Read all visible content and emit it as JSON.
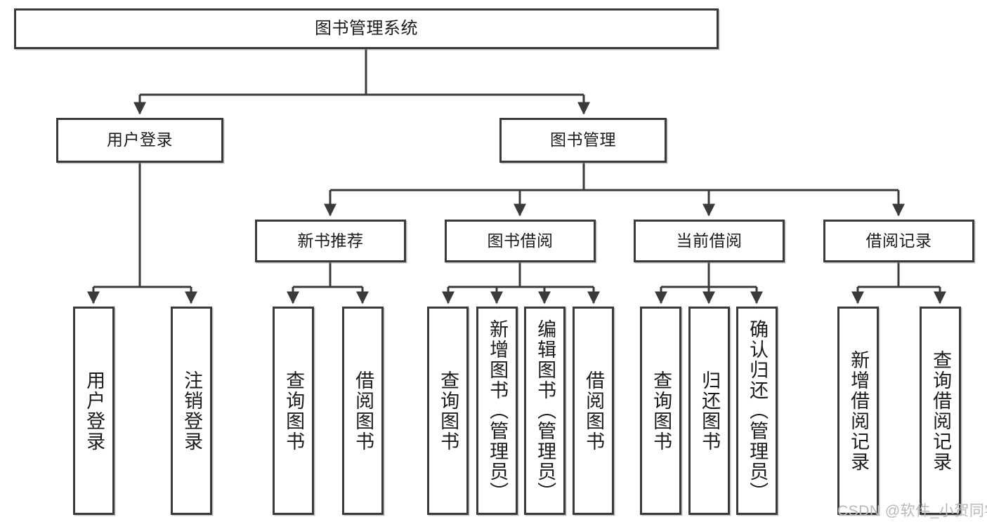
{
  "diagram": {
    "title": "图书管理系统",
    "watermark": "CSDN @软件_小贺同学",
    "line_color": "#3a3a3a",
    "box_fill": "#ffffff",
    "text_color": "#1b1b1b",
    "nodes": {
      "root": "图书管理系统",
      "user_login": "用户登录",
      "book_manage": "图书管理",
      "new_book_rec": "新书推荐",
      "book_borrow": "图书借阅",
      "current_borrow": "当前借阅",
      "borrow_record": "借阅记录",
      "leaf_user_login": "用户登录",
      "leaf_logout": "注销登录",
      "leaf_query_book_1": "查询图书",
      "leaf_borrow_book_1": "借阅图书",
      "leaf_query_book_2": "查询图书",
      "leaf_add_book": "新增图书（管理员）",
      "leaf_edit_book": "编辑图书（管理员）",
      "leaf_borrow_book_2": "借阅图书",
      "leaf_query_book_3": "查询图书",
      "leaf_return_book": "归还图书",
      "leaf_confirm_return": "确认归还（管理员）",
      "leaf_add_record": "新增借阅记录",
      "leaf_query_record": "查询借阅记录"
    }
  }
}
